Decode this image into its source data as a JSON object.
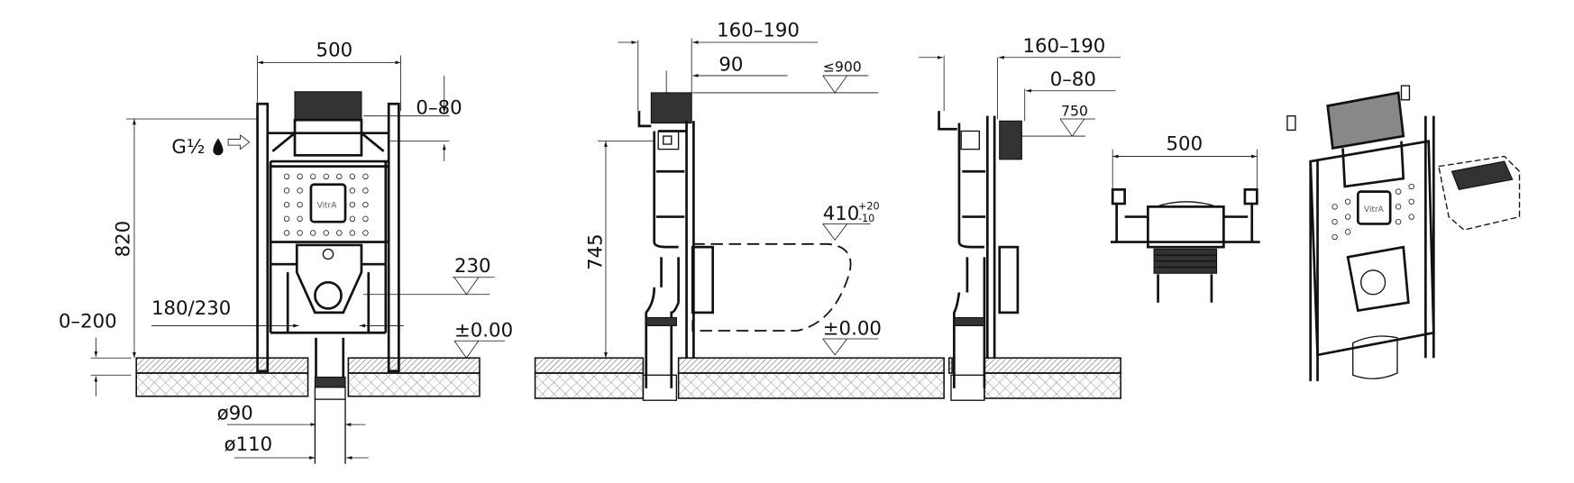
{
  "front_view": {
    "width": "500",
    "cistern_adjust": "0–80",
    "water_inlet": "G½",
    "height": "820",
    "outlet_height": "230",
    "outlet_spacing": "180/230",
    "foot_adjust": "0–200",
    "floor_level": "±0.00",
    "pipe_inner": "ø90",
    "pipe_outer": "ø110",
    "logo": "VitrA"
  },
  "side_view_wall_hung": {
    "depth": "160–190",
    "offset": "90",
    "max_level": "≤900",
    "height": "745",
    "bowl_level": "410",
    "bowl_tol_plus": "+20",
    "bowl_tol_minus": "-10",
    "floor_level": "±0.00"
  },
  "side_view_alt": {
    "depth": "160–190",
    "offset": "0–80",
    "level": "750"
  },
  "top_view": {
    "width": "500"
  },
  "iso_view": {
    "logo": "VitrA"
  }
}
